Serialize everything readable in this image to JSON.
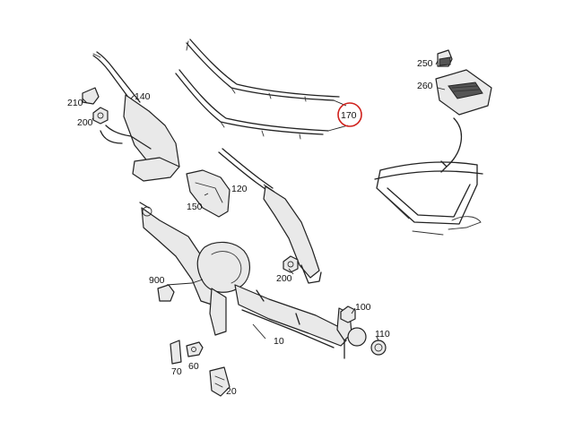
{
  "callouts": [
    {
      "id": "p210",
      "text": "210"
    },
    {
      "id": "p200a",
      "text": "200"
    },
    {
      "id": "p140",
      "text": "140"
    },
    {
      "id": "p170",
      "text": "170",
      "highlighted": true
    },
    {
      "id": "p250",
      "text": "250"
    },
    {
      "id": "p260",
      "text": "260"
    },
    {
      "id": "p150",
      "text": "150"
    },
    {
      "id": "p120",
      "text": "120"
    },
    {
      "id": "p900",
      "text": "900"
    },
    {
      "id": "p200b",
      "text": "200"
    },
    {
      "id": "p100",
      "text": "100"
    },
    {
      "id": "p110",
      "text": "110"
    },
    {
      "id": "p10",
      "text": "10"
    },
    {
      "id": "p70",
      "text": "70"
    },
    {
      "id": "p60",
      "text": "60"
    },
    {
      "id": "p20",
      "text": "20"
    }
  ],
  "colors": {
    "line": "#222222",
    "highlight": "#d0211c",
    "background": "#ffffff"
  }
}
